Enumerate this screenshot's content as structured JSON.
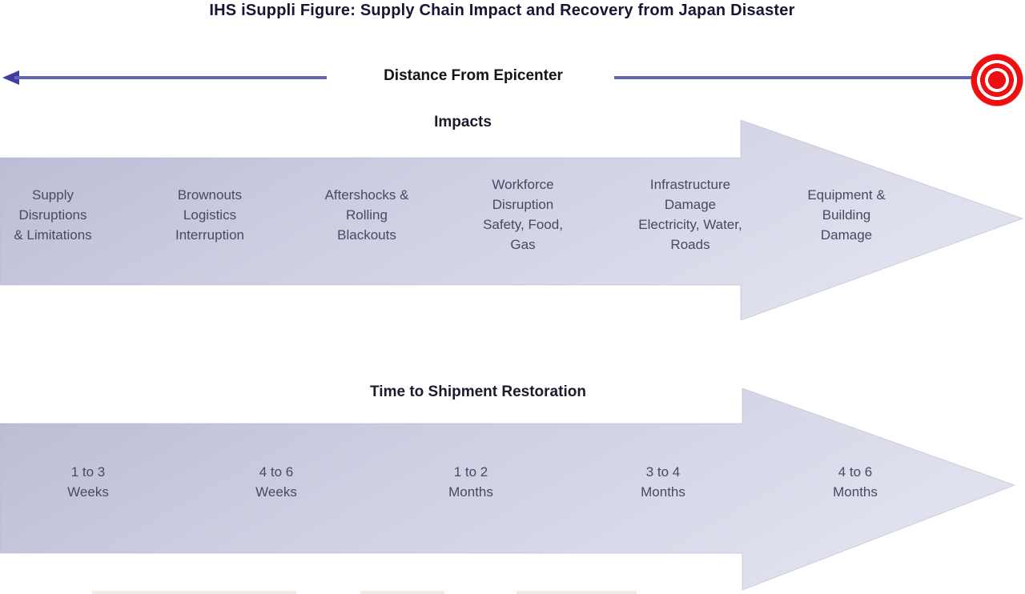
{
  "title": "IHS iSuppli Figure: Supply Chain Impact and Recovery from Japan Disaster",
  "distance_axis": {
    "label": "Distance From Epicenter"
  },
  "impacts": {
    "heading": "Impacts",
    "items": [
      {
        "lines": [
          "Supply",
          "Disruptions",
          "& Limitations"
        ]
      },
      {
        "lines": [
          "Brownouts",
          "Logistics",
          "Interruption"
        ]
      },
      {
        "lines": [
          "Aftershocks &",
          "Rolling",
          "Blackouts"
        ]
      },
      {
        "lines": [
          "Workforce",
          "Disruption",
          "Safety, Food,",
          "Gas"
        ]
      },
      {
        "lines": [
          "Infrastructure",
          "Damage",
          "Electricity, Water,",
          "Roads"
        ]
      },
      {
        "lines": [
          "Equipment &",
          "Building",
          "Damage"
        ]
      }
    ]
  },
  "restoration": {
    "heading": "Time to Shipment Restoration",
    "items": [
      {
        "lines": [
          "1 to 3",
          "Weeks"
        ]
      },
      {
        "lines": [
          "4 to 6",
          "Weeks"
        ]
      },
      {
        "lines": [
          "1 to 2",
          "Months"
        ]
      },
      {
        "lines": [
          "3 to 4",
          "Months"
        ]
      },
      {
        "lines": [
          "4 to 6",
          "Months"
        ]
      }
    ]
  },
  "colors": {
    "arrow_fill_start": "#babbd3",
    "arrow_fill_mid": "#cdcee2",
    "arrow_fill_end": "#e0e1ee",
    "arrow_edge": "#b0b1c9",
    "axis_line": "#6467b6",
    "axis_arrowhead": "#3f3f9f",
    "epicenter_red": "#ee1010",
    "label_text": "#494961",
    "heading_text": "#1b1b2e",
    "title_text": "#171735"
  }
}
